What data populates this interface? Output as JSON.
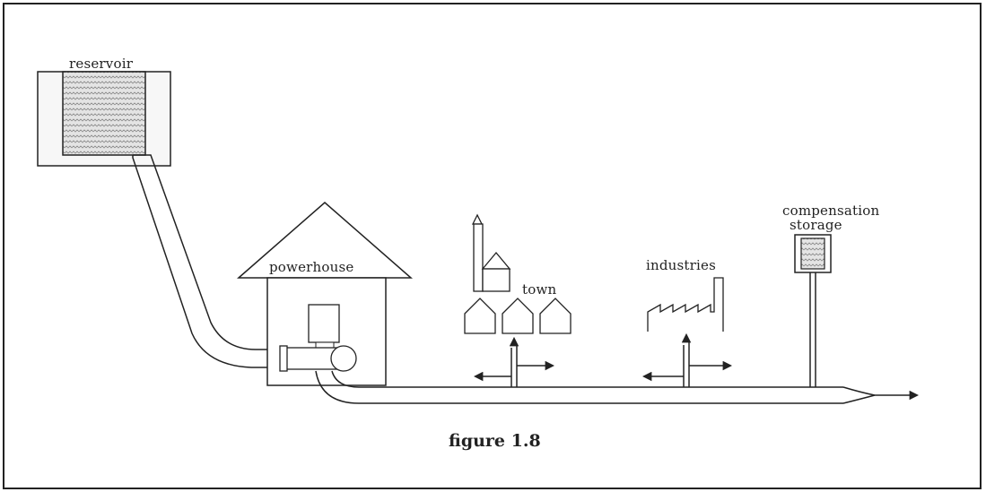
{
  "labels": {
    "reservoir": "reservoir",
    "powerhouse": "powerhouse",
    "town": "town",
    "industries": "industries",
    "compensation_storage_line1": "compensation",
    "compensation_storage_line2": "storage"
  },
  "caption": "figure 1.8",
  "colors": {
    "ink": "#222222",
    "background": "#ffffff",
    "water_fill": "#d9d9d9"
  }
}
